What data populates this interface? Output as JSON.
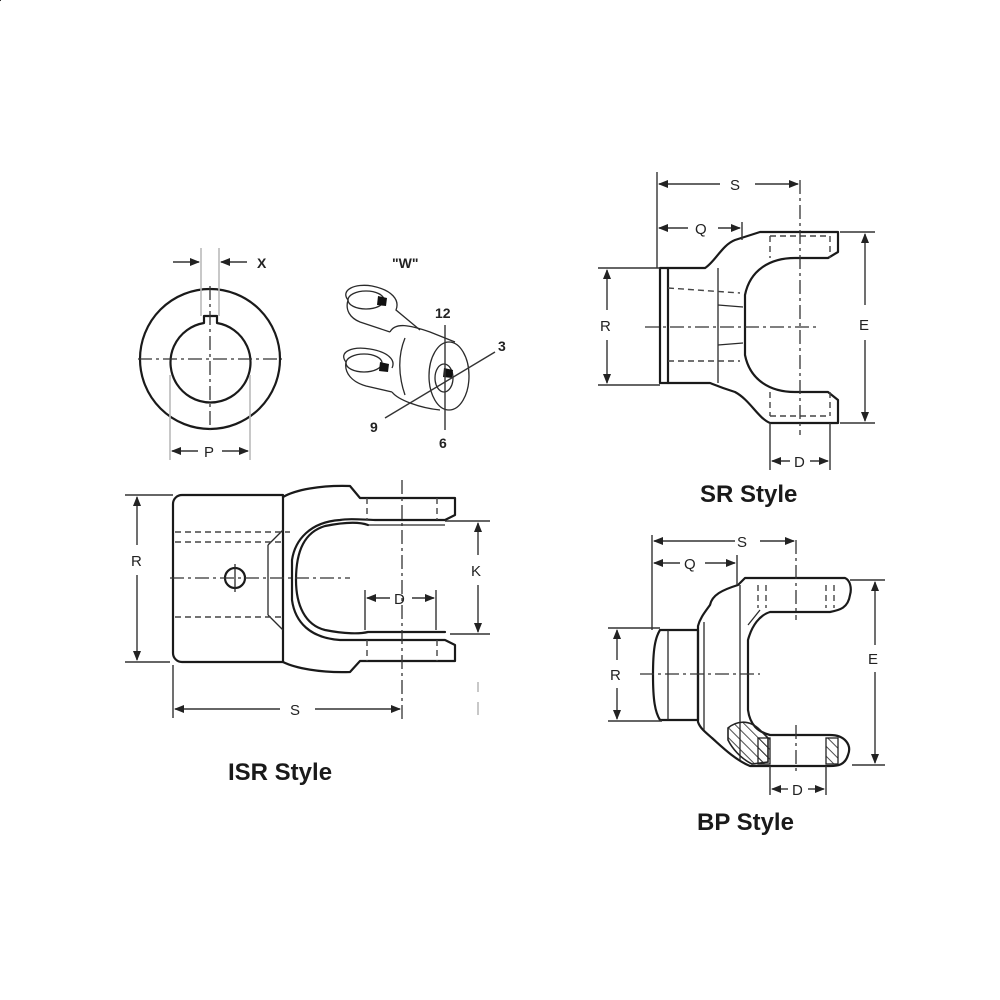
{
  "diagram": {
    "kind": "yoke dimension reference drawings",
    "views": [
      {
        "id": "bore-end-view",
        "dimension_labels": [
          "X",
          "P"
        ]
      },
      {
        "id": "w-orientation-view",
        "title": "\"W\"",
        "clock_positions": [
          "12",
          "3",
          "6",
          "9"
        ]
      },
      {
        "id": "sr-style",
        "title": "SR Style",
        "dimension_labels": [
          "S",
          "Q",
          "R",
          "E",
          "D"
        ]
      },
      {
        "id": "isr-style",
        "title": "ISR Style",
        "dimension_labels": [
          "R",
          "K",
          "D",
          "S"
        ]
      },
      {
        "id": "bp-style",
        "title": "BP Style",
        "dimension_labels": [
          "S",
          "Q",
          "R",
          "E",
          "D"
        ]
      }
    ]
  },
  "labels": {
    "x": "X",
    "p": "P",
    "w": "\"W\"",
    "c12": "12",
    "c3": "3",
    "c6": "6",
    "c9": "9",
    "sr_s": "S",
    "sr_q": "Q",
    "sr_r": "R",
    "sr_e": "E",
    "sr_d": "D",
    "sr_title": "SR Style",
    "isr_r": "R",
    "isr_k": "K",
    "isr_d": "D",
    "isr_s": "S",
    "isr_title": "ISR Style",
    "bp_s": "S",
    "bp_q": "Q",
    "bp_r": "R",
    "bp_e": "E",
    "bp_d": "D",
    "bp_title": "BP Style"
  }
}
